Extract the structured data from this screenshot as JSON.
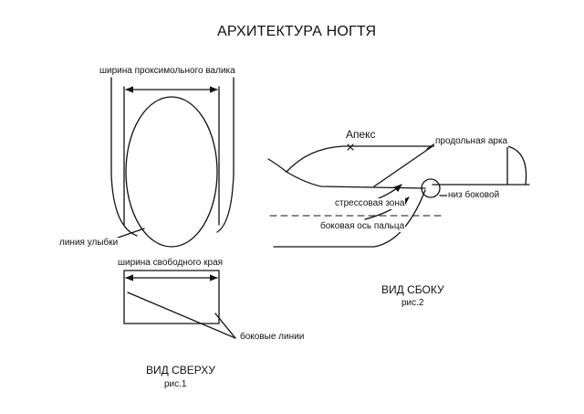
{
  "title": "АРХИТЕКТУРА НОГТЯ",
  "top_view": {
    "label_proximal_width": "ширина проксимольного валика",
    "label_smile_line": "линия улыбки",
    "label_free_edge_width": "ширина свободного края",
    "label_side_lines": "боковые линии",
    "view_title": "ВИД СВЕРХУ",
    "figure": "рис.1"
  },
  "side_view": {
    "label_apex": "Апекс",
    "label_longitudinal_arch": "продольная арка",
    "label_stress_zone": "стрессовая зона",
    "label_lower_side": "низ боковой",
    "label_side_axis": "боковая ось пальца",
    "view_title": "ВИД СБОКУ",
    "figure": "рис.2"
  }
}
